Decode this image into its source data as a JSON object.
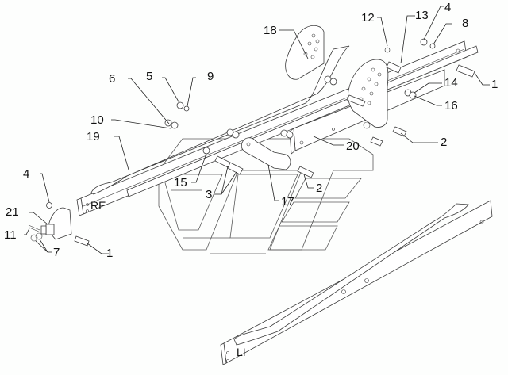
{
  "diagram": {
    "type": "exploded-parts-view",
    "subject": "frame side rails with brackets and fasteners",
    "side_markings": {
      "right": "RE",
      "left": "LI"
    },
    "callouts": [
      {
        "id": "c18",
        "text": "18"
      },
      {
        "id": "c12",
        "text": "12"
      },
      {
        "id": "c13",
        "text": "13"
      },
      {
        "id": "c4a",
        "text": "4"
      },
      {
        "id": "c8",
        "text": "8"
      },
      {
        "id": "c1a",
        "text": "1"
      },
      {
        "id": "c6",
        "text": "6"
      },
      {
        "id": "c5",
        "text": "5"
      },
      {
        "id": "c9",
        "text": "9"
      },
      {
        "id": "c14",
        "text": "14"
      },
      {
        "id": "c16",
        "text": "16"
      },
      {
        "id": "c10",
        "text": "10"
      },
      {
        "id": "c19",
        "text": "19"
      },
      {
        "id": "c20",
        "text": "20"
      },
      {
        "id": "c2a",
        "text": "2"
      },
      {
        "id": "c15",
        "text": "15"
      },
      {
        "id": "c3",
        "text": "3"
      },
      {
        "id": "c2b",
        "text": "2"
      },
      {
        "id": "c17",
        "text": "17"
      },
      {
        "id": "c4b",
        "text": "4"
      },
      {
        "id": "c21",
        "text": "21"
      },
      {
        "id": "c11",
        "text": "11"
      },
      {
        "id": "c7",
        "text": "7"
      },
      {
        "id": "c1b",
        "text": "1"
      }
    ]
  }
}
